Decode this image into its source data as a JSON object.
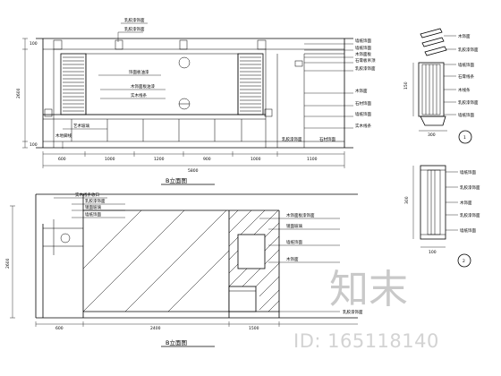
{
  "elevation_a": {
    "title": "B立面图",
    "labels_left": [
      "乳胶漆饰面",
      "乳胶漆饰面"
    ],
    "labels_center": [
      "饰面板油漆",
      "木饰面板油漆",
      "实木线条",
      "艺术玻璃"
    ],
    "labels_right": [
      "墙纸饰面",
      "墙纸饰面",
      "木饰面板",
      "石膏板吊顶",
      "乳胶漆饰面",
      "木饰面",
      "石材饰面",
      "墙纸饰面",
      "实木线条"
    ],
    "labels_bottom": [
      "木地脚线",
      "乳胶漆饰面",
      "石材饰面"
    ],
    "dims_bottom": [
      "600",
      "1000",
      "1200",
      "900",
      "1000",
      "1100"
    ],
    "dim_total": "5800",
    "dims_left": [
      "100",
      "2600",
      "100"
    ]
  },
  "elevation_b": {
    "title": "B立面图",
    "labels_left": [
      "实木线条收口",
      "乳胶漆饰面",
      "镜面玻璃",
      "墙纸饰面"
    ],
    "labels_right": [
      "木饰面板漆饰面",
      "镜面玻璃",
      "墙纸饰面",
      "木饰面"
    ],
    "labels_bottom": [
      "乳胶漆饰面"
    ],
    "dims_bottom": [
      "600",
      "2400",
      "1500"
    ],
    "dims_left": [
      "2600"
    ]
  },
  "detail_1": {
    "labels": [
      "木饰面",
      "乳胶漆饰面",
      "墙纸饰面",
      "石膏线条",
      "木线条",
      "乳胶漆饰面",
      "墙纸饰面"
    ],
    "dims": [
      "150",
      "300"
    ],
    "marker": "1"
  },
  "detail_2": {
    "labels": [
      "墙纸饰面",
      "乳胶漆饰面",
      "木饰面",
      "乳胶漆饰面",
      "墙纸饰面"
    ],
    "dims": [
      "300",
      "100"
    ],
    "marker": "2"
  },
  "watermark": {
    "text": "知末",
    "id": "ID: 165118140"
  }
}
